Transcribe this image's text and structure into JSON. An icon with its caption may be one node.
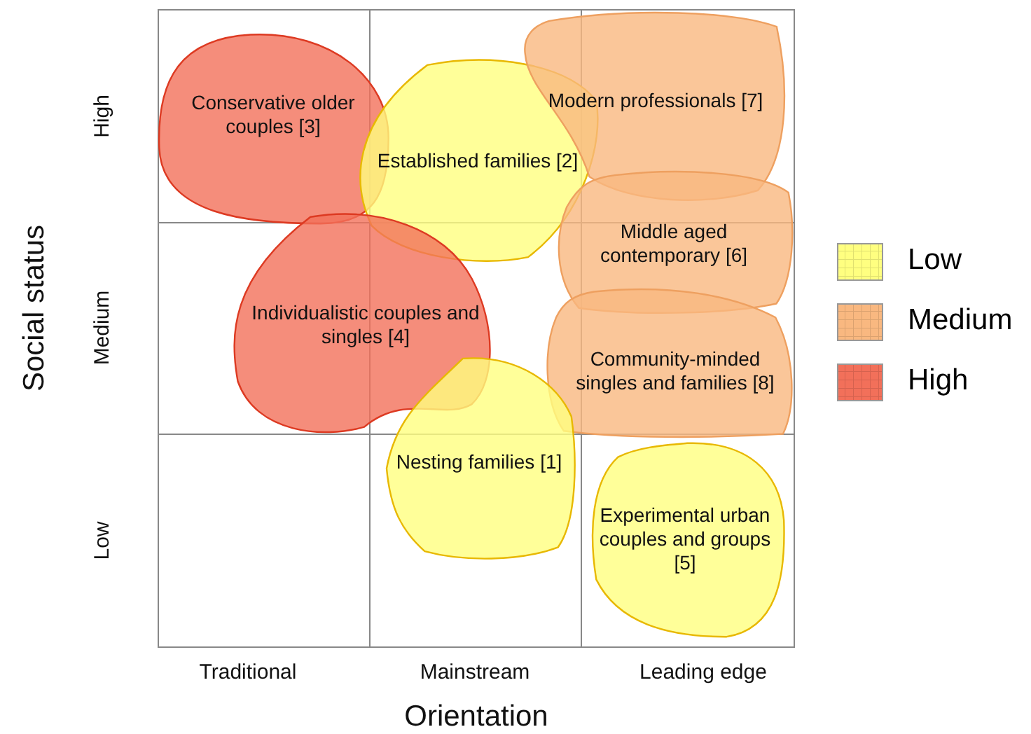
{
  "diagram": {
    "nodes": [
      {
        "text": [
          "Conservative older couples [3]"
        ]
      },
      {
        "text": [
          "Established families [2]"
        ]
      },
      {
        "text": [
          "Modern professionals [7]"
        ]
      },
      {
        "text": [
          "Middle aged contemporary [6]"
        ]
      },
      {
        "text": [
          "Individualistic couples and singles [4]"
        ]
      },
      {
        "text": [
          "Community-minded singles and families [8]"
        ]
      },
      {
        "text": [
          "Nesting families [1]"
        ]
      },
      {
        "text": [
          "Experimental urban couples and groups [5]"
        ]
      }
    ],
    "labels": [
      "High",
      "Medium",
      "Low",
      "Social status",
      "Traditional",
      "Mainstream",
      "Leading edge",
      "Orientation"
    ],
    "legend": [
      {
        "text": "Low",
        "color": "#ffff80"
      },
      {
        "text": "Medium",
        "color": "#f9b880"
      },
      {
        "text": "High",
        "color": "#f2705a"
      }
    ]
  }
}
